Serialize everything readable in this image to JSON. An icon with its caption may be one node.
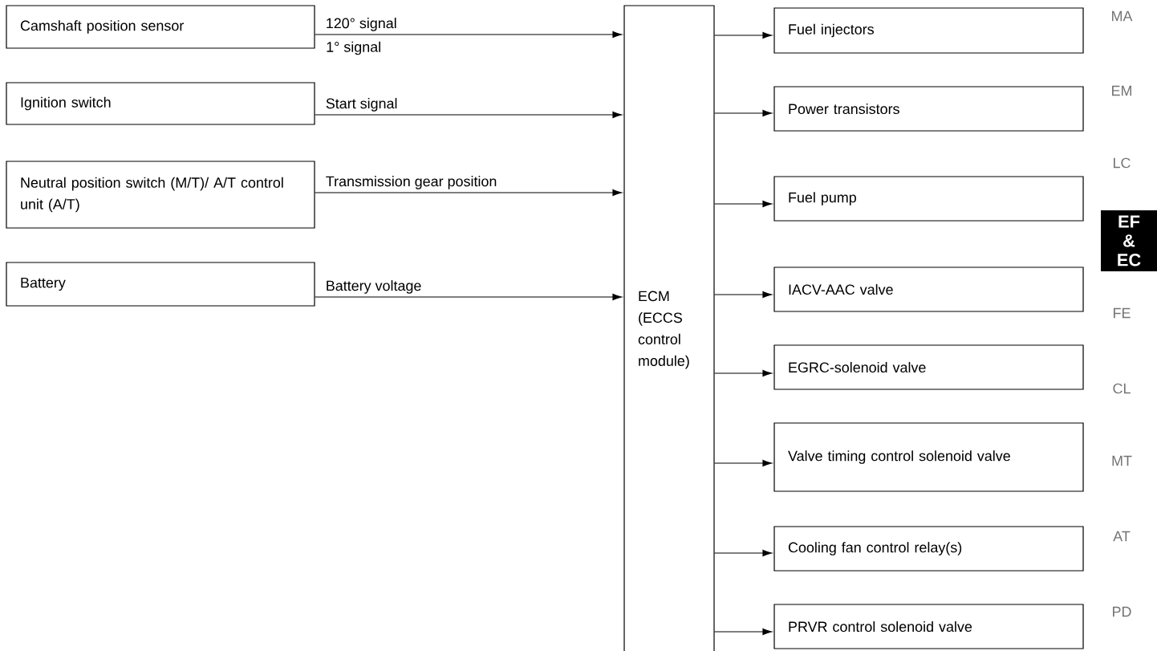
{
  "diagram": {
    "nodes": [
      {
        "text": [
          "Camshaft position sensor"
        ]
      },
      {
        "text": [
          "Ignition switch"
        ]
      },
      {
        "text": [
          "Neutral position switch (M/T)/ A/T control unit (A/T)"
        ]
      },
      {
        "text": [
          "Battery"
        ]
      },
      {
        "text": [
          "ECM (ECCS control module)"
        ]
      },
      {
        "text": [
          "Fuel injectors"
        ]
      },
      {
        "text": [
          "Power transistors"
        ]
      },
      {
        "text": [
          "Fuel pump"
        ]
      },
      {
        "text": [
          "IACV-AAC valve"
        ]
      },
      {
        "text": [
          "EGRC-solenoid valve"
        ]
      },
      {
        "text": [
          "Valve timing control solenoid valve"
        ]
      },
      {
        "text": [
          "Cooling fan control relay(s)"
        ]
      },
      {
        "text": [
          "PRVR control solenoid valve"
        ]
      }
    ],
    "edges": [
      {
        "from": 0,
        "to": 4,
        "arrow": "to",
        "label": "120° signal"
      },
      {
        "from": 1,
        "to": 4,
        "arrow": "to",
        "label": "Start signal"
      },
      {
        "from": 2,
        "to": 4,
        "arrow": "to",
        "label": "Transmission gear position"
      },
      {
        "from": 3,
        "to": 4,
        "arrow": "to",
        "label": "Battery voltage"
      },
      {
        "from": 4,
        "to": 5,
        "arrow": "to"
      },
      {
        "from": 4,
        "to": 6,
        "arrow": "to"
      },
      {
        "from": 4,
        "to": 7,
        "arrow": "to"
      },
      {
        "from": 4,
        "to": 8,
        "arrow": "to"
      },
      {
        "from": 4,
        "to": 9,
        "arrow": "to"
      },
      {
        "from": 4,
        "to": 10,
        "arrow": "to"
      },
      {
        "from": 4,
        "to": 11,
        "arrow": "to"
      },
      {
        "from": 4,
        "to": 12,
        "arrow": "to"
      }
    ],
    "labels": [
      "1° signal",
      "MA",
      "EM",
      "LC",
      "EF & EC",
      "FE",
      "CL",
      "MT",
      "AT",
      "PD"
    ]
  }
}
